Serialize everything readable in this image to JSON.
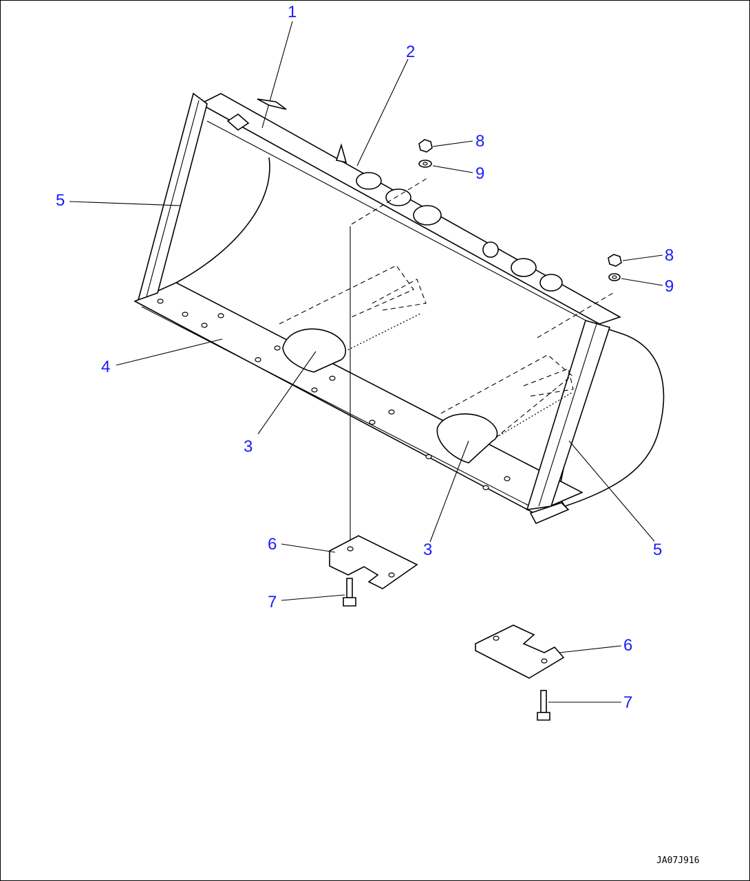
{
  "labels": {
    "l1": "1",
    "l2": "2",
    "l3a": "3",
    "l3b": "3",
    "l4": "4",
    "l5a": "5",
    "l5b": "5",
    "l6a": "6",
    "l6b": "6",
    "l7a": "7",
    "l7b": "7",
    "l8a": "8",
    "l8b": "8",
    "l9a": "9",
    "l9b": "9"
  },
  "drawing_code": "JA07J916",
  "colors": {
    "label": "#1a1aff",
    "line": "#000000",
    "background": "#ffffff"
  }
}
